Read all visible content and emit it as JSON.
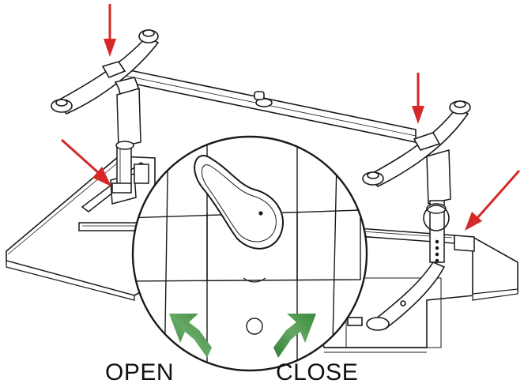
{
  "labels": {
    "open": "OPEN",
    "close": "CLOSE"
  },
  "colors": {
    "indicator_arrow": "#d62828",
    "rotation_arrow": "#3a8a3a",
    "line_art": "#1a1a1a",
    "background": "#ffffff"
  },
  "icons": {
    "indicator": "red-arrow-down",
    "rotation_open": "green-arrow-counterclockwise",
    "rotation_close": "green-arrow-clockwise",
    "detail": "magnified-circle"
  }
}
